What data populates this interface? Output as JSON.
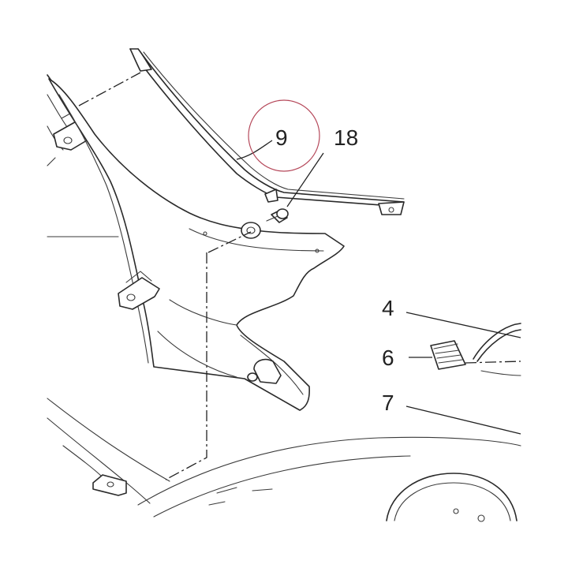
{
  "labels": {
    "part_9": "9",
    "part_18": "18",
    "part_4": "4",
    "part_6": "6",
    "part_7": "7"
  },
  "colors": {
    "line": "#2a2a2a",
    "highlight_circle": "#b5485a",
    "background": "#ffffff"
  }
}
